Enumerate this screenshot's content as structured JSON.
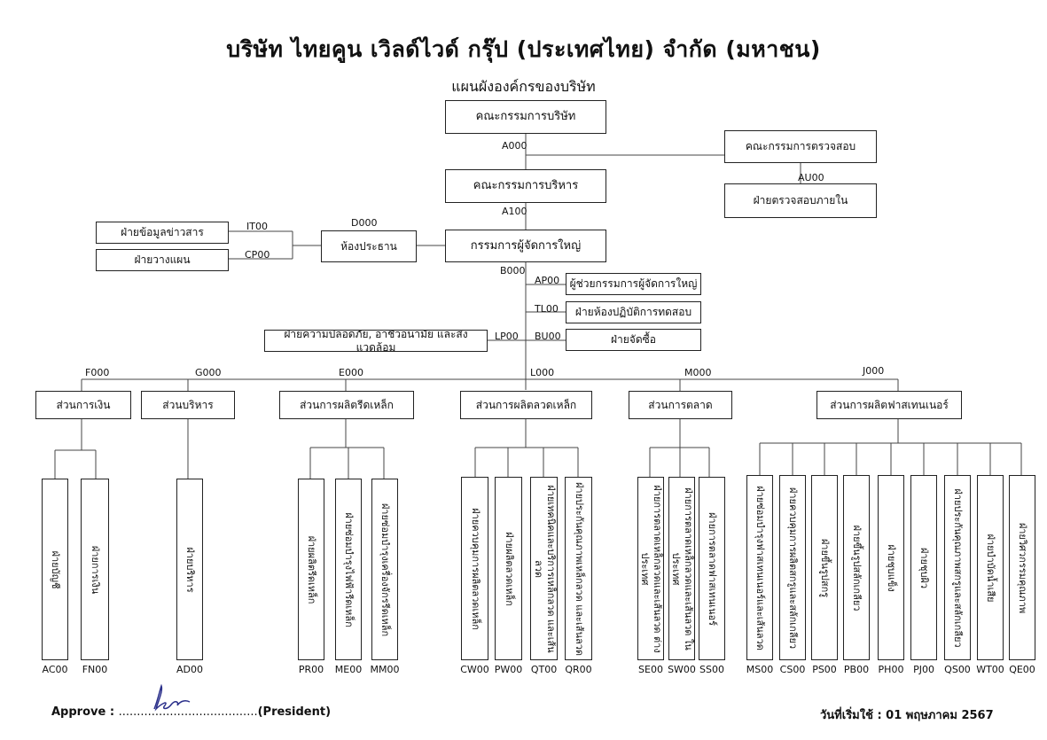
{
  "title": "บริษัท ไทยคูน เวิลด์ไวด์ กรุ๊ป (ประเทศไทย) จำกัด (มหาชน)",
  "subtitle": "แผนผังองค์กรของบริษัท",
  "nodes": {
    "board": {
      "label": "คณะกรรมการบริษัท",
      "code": "A000"
    },
    "audit_committee": {
      "label": "คณะกรรมการตรวจสอบ"
    },
    "internal_audit": {
      "label": "ฝ่ายตรวจสอบภายใน",
      "code": "AU00"
    },
    "exec_committee": {
      "label": "คณะกรรมการบริหาร",
      "code": "A100"
    },
    "ceo": {
      "label": "กรรมการผู้จัดการใหญ่",
      "code": "B000"
    },
    "chairman_office": {
      "label": "ห้องประธาน",
      "code": "D000"
    },
    "it": {
      "label": "ฝ่ายข้อมูลข่าวสาร",
      "code": "IT00"
    },
    "planning": {
      "label": "ฝ่ายวางแผน",
      "code": "CP00"
    },
    "asst_md": {
      "label": "ผู้ช่วยกรรมการผู้จัดการใหญ่",
      "code": "AP00"
    },
    "lab": {
      "label": "ฝ่ายห้องปฏิบัติการทดสอบ",
      "code": "TL00"
    },
    "purchasing": {
      "label": "ฝ่ายจัดซื้อ",
      "code": "BU00"
    },
    "safety": {
      "label": "ฝ่ายความปลอดภัย, อาชีวอนามัย และสิ่งแวดล้อม",
      "code": "LP00"
    }
  },
  "divisions": [
    {
      "label": "ส่วนการเงิน",
      "code": "F000"
    },
    {
      "label": "ส่วนบริหาร",
      "code": "G000"
    },
    {
      "label": "ส่วนการผลิตรีดเหล็ก",
      "code": "E000"
    },
    {
      "label": "ส่วนการผลิตลวดเหล็ก",
      "code": "L000"
    },
    {
      "label": "ส่วนการตลาด",
      "code": "M000"
    },
    {
      "label": "ส่วนการผลิตฟาสเทนเนอร์",
      "code": "J000"
    }
  ],
  "departments": [
    {
      "label": "ฝ่ายบัญชี",
      "code": "AC00"
    },
    {
      "label": "ฝ่ายการเงิน",
      "code": "FN00"
    },
    {
      "label": "ฝ่ายบริหาร",
      "code": "AD00"
    },
    {
      "label": "ฝ่ายผลิตรีดเหล็ก",
      "code": "PR00"
    },
    {
      "label": "ฝ่ายซ่อมบำรุงไฟฟ้ารีดเหล็ก",
      "code": "ME00"
    },
    {
      "label": "ฝ่ายซ่อมบำรุงเครื่องจักรรีดเหล็ก",
      "code": "MM00"
    },
    {
      "label": "ฝ่ายควบคุมการผลิตลวดเหล็ก",
      "code": "CW00"
    },
    {
      "label": "ฝ่ายผลิตลวดเหล็ก",
      "code": "PW00"
    },
    {
      "label": "ฝ่ายเทคนิคและบริการเหล็กลวด และเส้นลวด",
      "code": "QT00"
    },
    {
      "label": "ฝ่ายประกันคุณภาพเหล็กลวด และเส้นลวด",
      "code": "QR00"
    },
    {
      "label": "ฝ่ายการตลาดเหล็กลวดและเส้นลวด ต่างประเทศ",
      "code": "SE00"
    },
    {
      "label": "ฝ่ายการตลาดเหล็กลวดและเส้นลวด ในประเทศ",
      "code": "SW00"
    },
    {
      "label": "ฝ่ายการตลาดฟาสเทนเนอร์",
      "code": "SS00"
    },
    {
      "label": "ฝ่ายซ่อมบำรุงฟาสเทนเนอร์และเส้นลวด",
      "code": "MS00"
    },
    {
      "label": "ฝ่ายควบคุมการผลิตสกรูและสลักเกลียว",
      "code": "CS00"
    },
    {
      "label": "ฝ่ายขึ้นรูปสกรู",
      "code": "PS00"
    },
    {
      "label": "ฝ่ายขึ้นรูปสลักเกลียว",
      "code": "PB00"
    },
    {
      "label": "ฝ่ายชุบแข็ง",
      "code": "PH00"
    },
    {
      "label": "ฝ่ายชุบผิว",
      "code": "PJ00"
    },
    {
      "label": "ฝ่ายประกันคุณภาพสกรูและสลักเกลียว",
      "code": "QS00"
    },
    {
      "label": "ฝ่ายบำบัดน้ำเสีย",
      "code": "WT00"
    },
    {
      "label": "ฝ่ายวิศวกรรมคุณภาพ",
      "code": "QE00"
    }
  ],
  "footer": {
    "approve_label": "Approve :",
    "dots": "......................................",
    "president": "(President)",
    "effective": "วันที่เริ่มใช้ : 01 พฤษภาคม 2567"
  }
}
